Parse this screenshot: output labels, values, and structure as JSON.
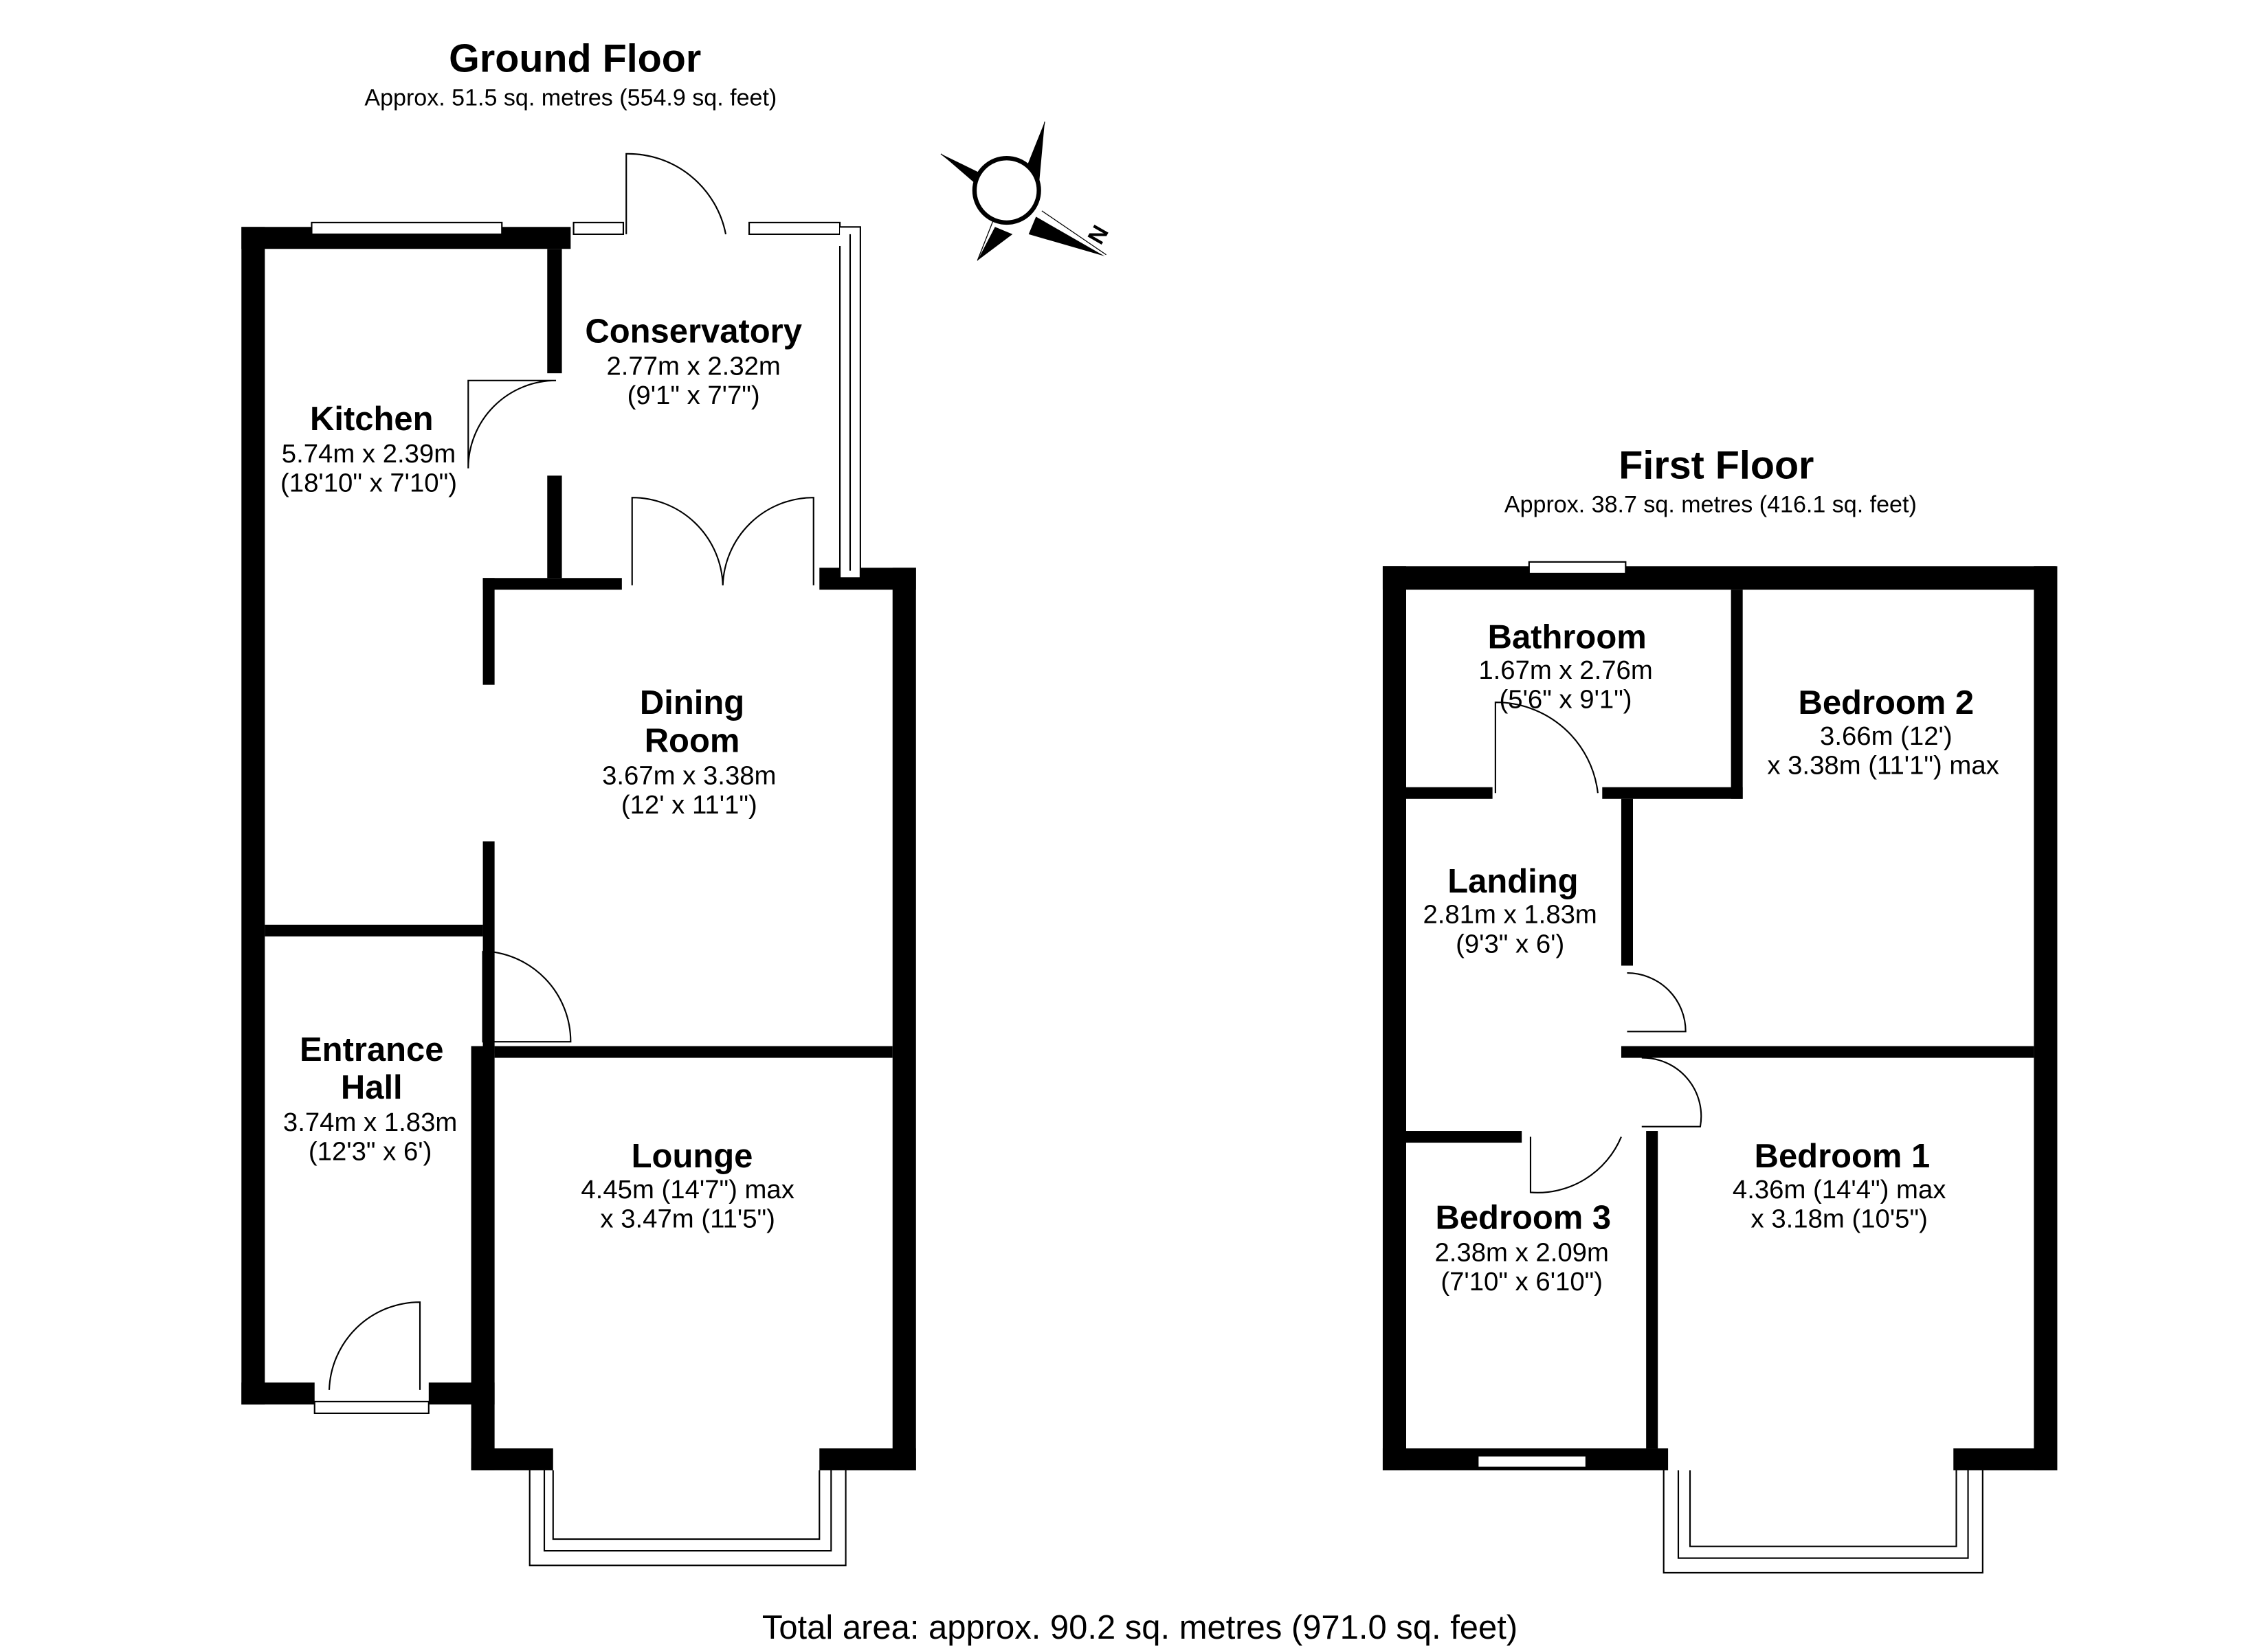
{
  "ground_floor": {
    "title": "Ground Floor",
    "area": "Approx. 51.5 sq. metres (554.9 sq. feet)",
    "rooms": [
      {
        "name": "Kitchen",
        "dims": [
          "5.74m x 2.39m",
          "(18'10\" x 7'10\")"
        ]
      },
      {
        "name": "Conservatory",
        "dims": [
          "2.77m x 2.32m",
          "(9'1\" x 7'7\")"
        ]
      },
      {
        "name_lines": [
          "Dining",
          "Room"
        ],
        "dims": [
          "3.67m x 3.38m",
          "(12' x 11'1\")"
        ]
      },
      {
        "name_lines": [
          "Entrance",
          "Hall"
        ],
        "dims": [
          "3.74m x 1.83m",
          "(12'3\" x 6')"
        ]
      },
      {
        "name": "Lounge",
        "dims": [
          "4.45m (14'7\") max",
          "x 3.47m (11'5\")"
        ]
      }
    ]
  },
  "first_floor": {
    "title": "First Floor",
    "area": "Approx. 38.7 sq. metres (416.1 sq. feet)",
    "rooms": [
      {
        "name": "Bathroom",
        "dims": [
          "1.67m x 2.76m",
          "(5'6\" x 9'1\")"
        ]
      },
      {
        "name": "Bedroom 2",
        "dims": [
          "3.66m (12')",
          "x 3.38m (11'1\") max"
        ]
      },
      {
        "name": "Landing",
        "dims": [
          "2.81m x 1.83m",
          "(9'3\" x 6')"
        ]
      },
      {
        "name": "Bedroom 1",
        "dims": [
          "4.36m (14'4\") max",
          "x 3.18m (10'5\")"
        ]
      },
      {
        "name": "Bedroom 3",
        "dims": [
          "2.38m x 2.09m",
          "(7'10\" x 6'10\")"
        ]
      }
    ]
  },
  "compass": {
    "label": "N",
    "icon": "compass-north-arrow"
  },
  "total_area": "Total area: approx. 90.2 sq. metres (971.0 sq. feet)"
}
